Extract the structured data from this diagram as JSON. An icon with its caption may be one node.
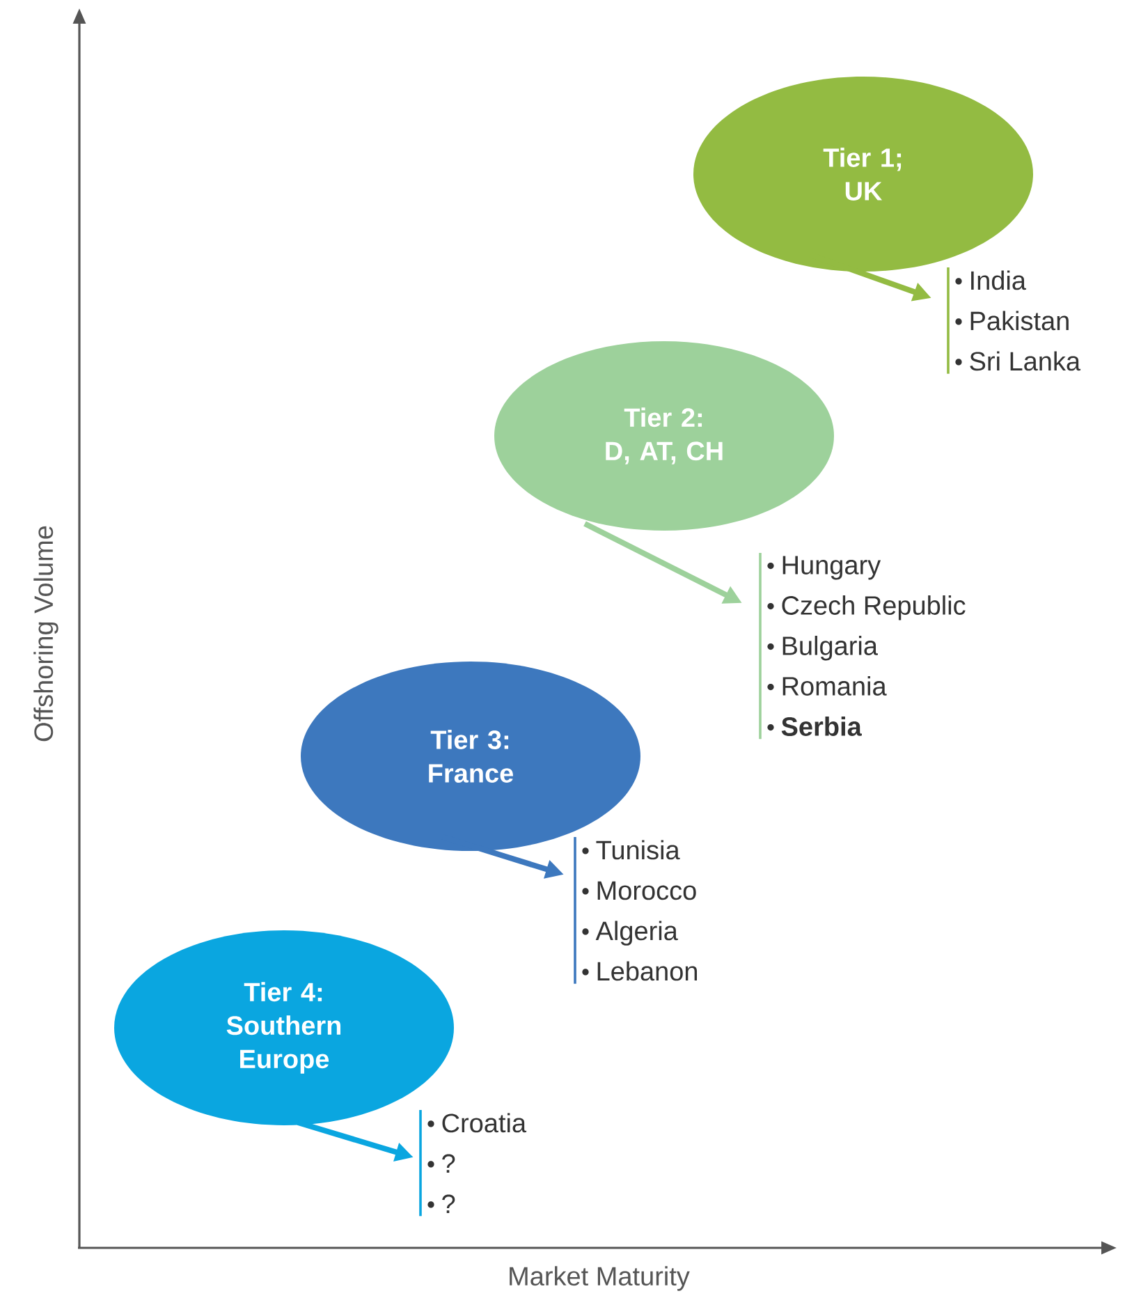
{
  "diagram": {
    "nodes": [
      {
        "text": [
          "Tier 1;",
          "UK"
        ]
      },
      {
        "text": [
          "India",
          "Pakistan",
          "Sri Lanka"
        ]
      },
      {
        "text": [
          "Tier 2:",
          "D, AT, CH"
        ]
      },
      {
        "text": [
          "Hungary",
          "Czech Republic",
          "Bulgaria",
          "Romania",
          "**Serbia**"
        ]
      },
      {
        "text": [
          "Tier 3:",
          "France"
        ]
      },
      {
        "text": [
          "Tunisia",
          "Morocco",
          "Algeria",
          "Lebanon"
        ]
      },
      {
        "text": [
          "Tier 4:",
          "Southern Europe"
        ]
      },
      {
        "text": [
          "Croatia",
          "?",
          "?"
        ]
      }
    ],
    "edges": [
      {
        "from": 0,
        "to": 1,
        "arrow": "to",
        "color": "#93bb42"
      },
      {
        "from": 2,
        "to": 3,
        "arrow": "to",
        "color": "#9dd19b"
      },
      {
        "from": 4,
        "to": 5,
        "arrow": "to",
        "color": "#3d78be"
      },
      {
        "from": 6,
        "to": 7,
        "arrow": "to",
        "color": "#0aa6e0"
      }
    ],
    "labels": [
      "Offshoring Volume",
      "Market Maturity"
    ]
  }
}
